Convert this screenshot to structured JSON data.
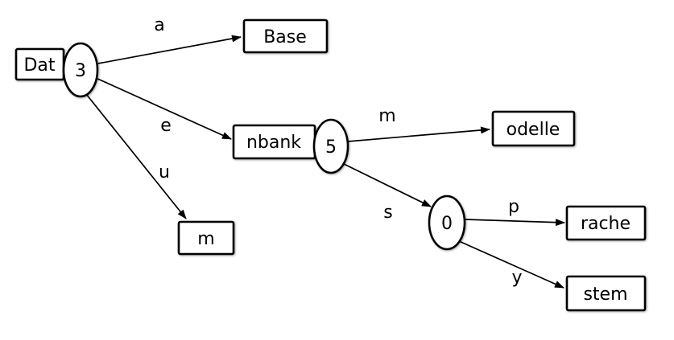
{
  "diagram": {
    "type": "trie",
    "root": {
      "label": "Dat",
      "count": "3"
    },
    "edges": [
      {
        "label": "a"
      },
      {
        "label": "e"
      },
      {
        "label": "u"
      },
      {
        "label": "m"
      },
      {
        "label": "s"
      },
      {
        "label": "p"
      },
      {
        "label": "y"
      }
    ],
    "nodes": [
      {
        "label": "Base"
      },
      {
        "label": "nbank",
        "count": "5"
      },
      {
        "label": "m"
      },
      {
        "label": "odelle"
      },
      {
        "count": "0"
      },
      {
        "label": "rache"
      },
      {
        "label": "stem"
      }
    ],
    "colors": {
      "stroke": "#000000",
      "fill": "#ffffff",
      "background": "#ffffff"
    }
  }
}
